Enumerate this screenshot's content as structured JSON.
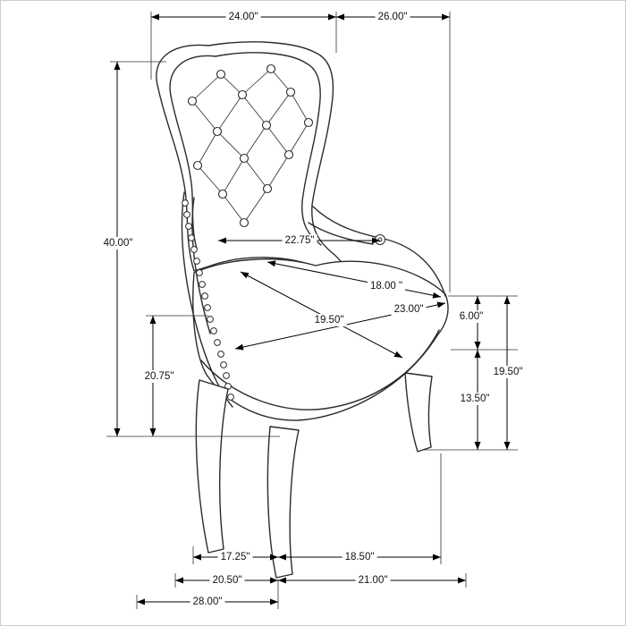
{
  "diagram": {
    "subject": "tufted-wingback-chair-dimension-drawing",
    "dims": {
      "top_back_width": "24.00\"",
      "top_overall_depth": "26.00\"",
      "overall_height": "40.00\"",
      "arm_height": "20.75\"",
      "interior_back_width": "22.75\"",
      "seat_depth": "18.00 \"",
      "seat_width": "23.00\"",
      "seat_diagonal": "19.50\"",
      "back_rail_height": "6.00\"",
      "leg_height": "13.50\"",
      "seat_height_total": "19.50\"",
      "front_leg_span": "17.25\"",
      "side_leg_span": "18.50\"",
      "front_base_width": "20.50\"",
      "side_base_depth": "21.00\"",
      "base_overall_depth": "28.00\""
    }
  }
}
